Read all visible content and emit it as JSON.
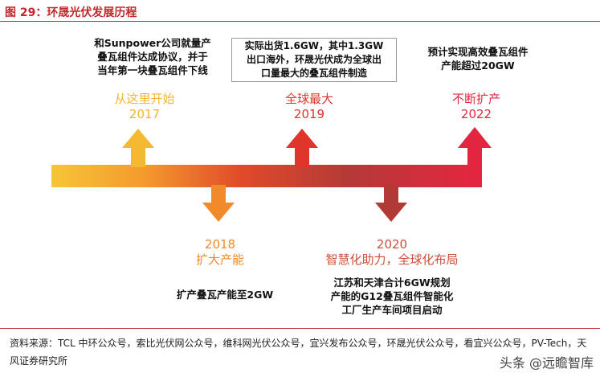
{
  "figure": {
    "title": "图 29：环晟光伏发展历程"
  },
  "milestones": [
    {
      "year": "2017",
      "phase": "从这里开始",
      "description": [
        "和Sunpower公司就量产",
        "叠瓦组件达成协议，并于",
        "当年第一块叠瓦组件下线"
      ],
      "color": "#f3b532"
    },
    {
      "year": "2018",
      "phase": "扩大产能",
      "description": [
        "扩产叠瓦产能至2GW"
      ],
      "color": "#f08a2b"
    },
    {
      "year": "2019",
      "phase": "全球最大",
      "description": [
        "实际出货1.6GW，其中1.3GW",
        "出口海外，环晟光伏成为全球出",
        "口量最大的叠瓦组件制造"
      ],
      "color": "#e0352b"
    },
    {
      "year": "2020",
      "phase": "智慧化助力，全球化布局",
      "description": [
        "江苏和天津合计6GW规划",
        "产能的G12叠瓦组件智能化",
        "工厂生产车间项目启动"
      ],
      "color": "#cc4f3a"
    },
    {
      "year": "2022",
      "phase": "不断扩产",
      "description": [
        "预计实现高效叠瓦组件",
        "产能超过20GW"
      ],
      "color": "#e2283e"
    }
  ],
  "footer": {
    "source": "资料来源：TCL 中环公众号，索比光伏网公众号，维科网光伏公众号，宜兴发布公众号，环晟光伏公众号，看宜兴公众号，PV-Tech，天风证券研究所",
    "watermark": "头条 @远瞻智库"
  }
}
